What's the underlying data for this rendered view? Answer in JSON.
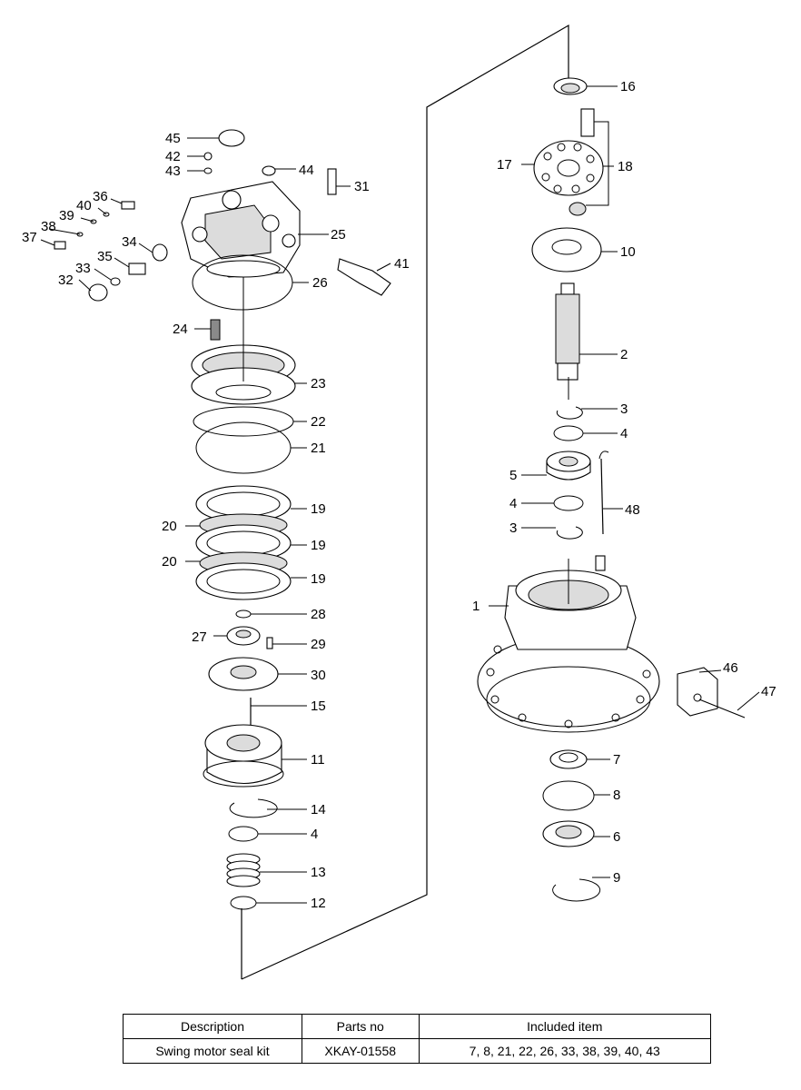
{
  "callouts": [
    "1",
    "2",
    "3",
    "3",
    "4",
    "4",
    "4",
    "5",
    "6",
    "7",
    "8",
    "9",
    "10",
    "11",
    "12",
    "13",
    "14",
    "15",
    "16",
    "17",
    "18",
    "19",
    "19",
    "19",
    "20",
    "20",
    "21",
    "22",
    "23",
    "24",
    "25",
    "26",
    "27",
    "28",
    "29",
    "30",
    "31",
    "32",
    "33",
    "34",
    "35",
    "36",
    "37",
    "38",
    "39",
    "40",
    "41",
    "42",
    "43",
    "44",
    "45",
    "46",
    "47",
    "48"
  ],
  "table": {
    "headers": [
      "Description",
      "Parts no",
      "Included item"
    ],
    "rows": [
      [
        "Swing motor seal kit",
        "XKAY-01558",
        "7, 8, 21, 22, 26, 33, 38, 39, 40, 43"
      ]
    ]
  }
}
